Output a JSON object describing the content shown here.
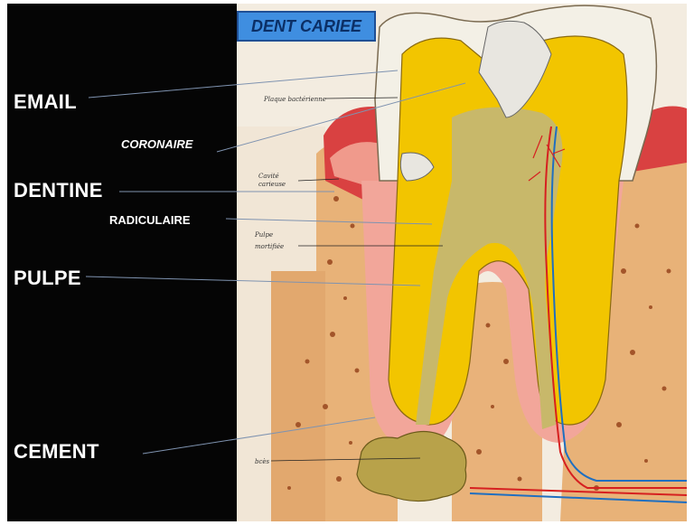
{
  "title": "DENT CARIEE",
  "labels": {
    "email": "EMAIL",
    "coronaire": "CORONAIRE",
    "dentine": "DENTINE",
    "radiculaire": "RADICULAIRE",
    "pulpe": "PULPE",
    "cement": "CEMENT"
  },
  "annotations": {
    "plaque": "Plaque bactérienne",
    "cavite_1": "Cavité",
    "cavite_2": "carieuse",
    "pulpe_1": "Pulpe",
    "pulpe_2": "mortifiée",
    "abces": "bcès"
  },
  "colors": {
    "title_bg": "#3f8ee0",
    "enamel": "#f3f0e6",
    "dentin": "#f2c500",
    "pulp": "#c8b86a",
    "gum": "#d94141",
    "bone": "#e6b176",
    "artery": "#d62020",
    "vein": "#1f6fc0"
  }
}
